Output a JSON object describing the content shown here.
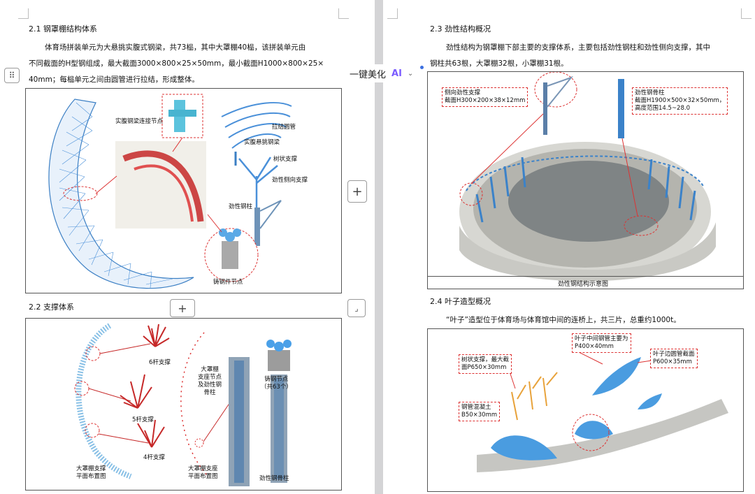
{
  "left": {
    "s21": {
      "title": "2.1 钢罩棚结构体系",
      "lines": [
        "体育场拼装单元为大悬挑实腹式钢梁，共73榀，其中大罩棚40榀，该拼装单元由",
        "不同截面的H型钢组成，最大截面3000×800×25×50mm，最小截面H1000×800×25×",
        "40mm；每榀单元之间由圆管进行拉结，形成整体。"
      ],
      "labels": {
        "node": "实腹钢梁连接节点",
        "tie": "拉结圆管",
        "beam": "实腹悬挑钢梁",
        "tree": "树状支撑",
        "lateral": "劲性侧向支撑",
        "col": "劲性钢柱",
        "cast": "铸钢件节点"
      }
    },
    "s22": {
      "title": "2.2 支撑体系",
      "labels": {
        "six": "6杆支撑",
        "five": "5杆支撑",
        "four": "4杆支撑",
        "plan": "大罩棚支撑\n平面布置图",
        "seat": "大罩棚\n支座节点\n及劲性钢\n骨柱",
        "castnode": "铸钢节点\n（共63个）",
        "seatplan": "大罩棚支座\n平面布置图",
        "col": "劲性钢骨柱"
      }
    }
  },
  "right": {
    "s23": {
      "title": "2.3 劲性结构概况",
      "lines": [
        "劲性结构为钢罩棚下部主要的支撑体系，主要包括劲性钢柱和劲性侧向支撑，其中",
        "钢柱共63根，大罩棚32根，小罩棚31根。"
      ],
      "box1": "侧向劲性支撑\n截面H300×200×38×12mm",
      "box2": "劲性钢骨柱\n截面H1900×500×32×50mm，\n高度范围14.5~28.0",
      "caption": "劲性钢结构示意图"
    },
    "s24": {
      "title": "2.4 叶子造型概况",
      "lines": [
        "“叶子”造型位于体育场与体育馆中间的连桥上，共三片，总重约1000t。"
      ],
      "box1": "叶子中间钢管主要为\nP400×40mm",
      "box2": "树状支撑，最大截\n面P650×30mm",
      "box3": "叶子边圆管截面\nP600×35mm",
      "box4": "钢管混凝土\nB50×30mm"
    }
  },
  "toolbar": {
    "beautify": "一键美化",
    "ai": "AI",
    "add": "+",
    "drag": "⠿"
  }
}
